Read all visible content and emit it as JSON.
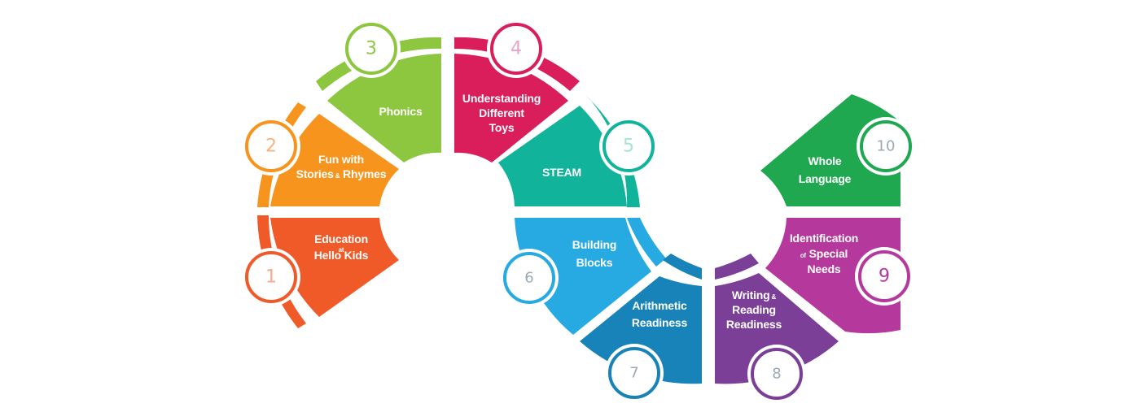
{
  "diagram": {
    "steps": [
      {
        "number": "1",
        "color": "#f05a28",
        "numColor": "#f7a98a",
        "lines": [
          [
            "Education"
          ],
          [
            "at"
          ],
          [
            "Hello Kids"
          ]
        ]
      },
      {
        "number": "2",
        "color": "#f7941d",
        "numColor": "#f9b27a",
        "lines": [
          [
            "Fun with"
          ],
          [
            "Stories",
            "&",
            "Rhymes"
          ]
        ],
        "smallWord": "&"
      },
      {
        "number": "3",
        "color": "#8dc63f",
        "numColor": "#8dc63f",
        "lines": [
          [
            "Phonics"
          ]
        ]
      },
      {
        "number": "4",
        "color": "#d91e5b",
        "numColor": "#e6a5c7",
        "lines": [
          [
            "Understanding"
          ],
          [
            "Different"
          ],
          [
            "Toys"
          ]
        ]
      },
      {
        "number": "5",
        "color": "#12b39b",
        "numColor": "#a7e2d6",
        "lines": [
          [
            "STEAM"
          ]
        ]
      },
      {
        "number": "6",
        "color": "#27aae1",
        "numColor": "#9aa9b6",
        "lines": [
          [
            "Building"
          ],
          [
            "Blocks"
          ]
        ]
      },
      {
        "number": "7",
        "color": "#1783b8",
        "numColor": "#9aa9b6",
        "lines": [
          [
            "Arithmetic"
          ],
          [
            "Readiness"
          ]
        ]
      },
      {
        "number": "8",
        "color": "#7b3f98",
        "numColor": "#9aa9b6",
        "lines": [
          [
            "Writing",
            "&"
          ],
          [
            "Reading"
          ],
          [
            "Readiness"
          ]
        ]
      },
      {
        "number": "9",
        "color": "#b5399d",
        "numColor": "#b5399d",
        "lines": [
          [
            "Identification"
          ],
          [
            "of",
            "Special"
          ],
          [
            "Needs"
          ]
        ]
      },
      {
        "number": "10",
        "color": "#1fa84f",
        "numColor": "#9aa9b6",
        "lines": [
          [
            "Whole"
          ],
          [
            "Language"
          ]
        ]
      }
    ],
    "label_text": {
      "s1": [
        "Education",
        "at",
        "Hello Kids"
      ],
      "s2": [
        "Fun with",
        "Stories",
        "&",
        "Rhymes"
      ],
      "s3": [
        "Phonics"
      ],
      "s4": [
        "Understanding",
        "Different",
        "Toys"
      ],
      "s5": [
        "STEAM"
      ],
      "s6": [
        "Building",
        "Blocks"
      ],
      "s7": [
        "Arithmetic",
        "Readiness"
      ],
      "s8": [
        "Writing",
        "&",
        "Reading",
        "Readiness"
      ],
      "s9": [
        "Identification",
        "of",
        "Special",
        "Needs"
      ],
      "s10": [
        "Whole",
        "Language"
      ]
    }
  }
}
